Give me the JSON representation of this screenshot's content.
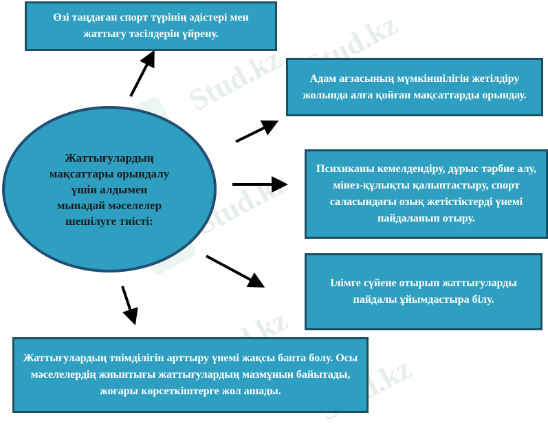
{
  "center": {
    "text": "Жаттығулардың мақсаттары орындалу үшін алдымен мынадай мәселелер шешілуге тиісті:"
  },
  "boxes": {
    "top": "Өзі таңдаған спорт түрінің әдістері мен жаттығу тәсілдерін үйрену.",
    "right1": "Адам ағзасының мүмкіншілігін жетілдіру жолында алға қойған мақсаттарды орындау.",
    "right2": "Психиканы кемелдендіру, дұрыс тәрбие алу, мінез-құлықты қалыптастыру, спорт саласындағы озық жетістіктерді үнемі пайдаланып отыру.",
    "right3": "Ілімге сүйене отырып жаттығуларды пайдалы ұйымдастыра білу.",
    "bottom": "Жаттығулардың тиімділігін арттыру үнемі жақсы бапта болу. Осы мәселелердің жиынтығы жаттығулардың мазмұнын байытады, жоғары көрсеткіштерге жол ашады."
  },
  "watermark": "Stud.kz",
  "colors": {
    "box_fill": "#2e9fc0",
    "box_border": "#1d4f62",
    "arrow": "#000000"
  }
}
